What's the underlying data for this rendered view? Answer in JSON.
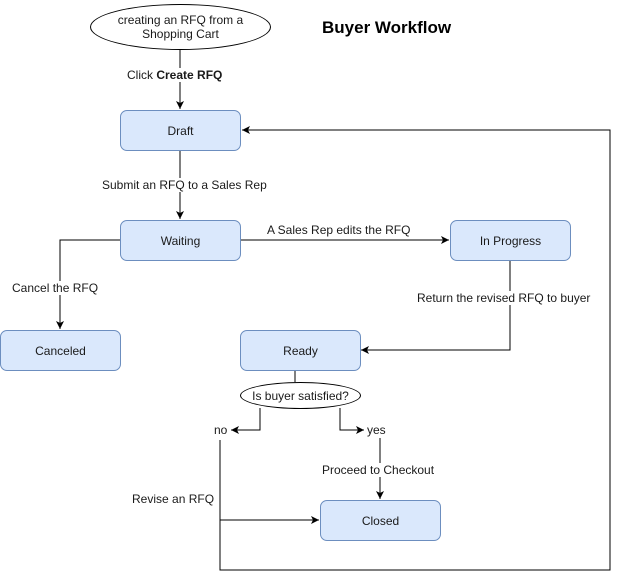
{
  "title": "Buyer Workflow",
  "start": {
    "line1": "creating an RFQ from a",
    "line2": "Shopping Cart"
  },
  "nodes": {
    "draft": "Draft",
    "waiting": "Waiting",
    "in_progress": "In Progress",
    "canceled": "Canceled",
    "ready": "Ready",
    "decision": "Is buyer satisfied?",
    "closed": "Closed"
  },
  "edges": {
    "click_prefix": "Click ",
    "click_action": "Create RFQ",
    "submit": "Submit an RFQ to a Sales Rep",
    "edit": "A Sales Rep edits the RFQ",
    "cancel": "Cancel the RFQ",
    "return": "Return the revised RFQ to buyer",
    "no": "no",
    "yes": "yes",
    "checkout": "Proceed to Checkout",
    "revise": "Revise an RFQ"
  },
  "colors": {
    "box_fill": "#dae8fc",
    "box_stroke": "#6c8ebf",
    "line": "#000000"
  }
}
